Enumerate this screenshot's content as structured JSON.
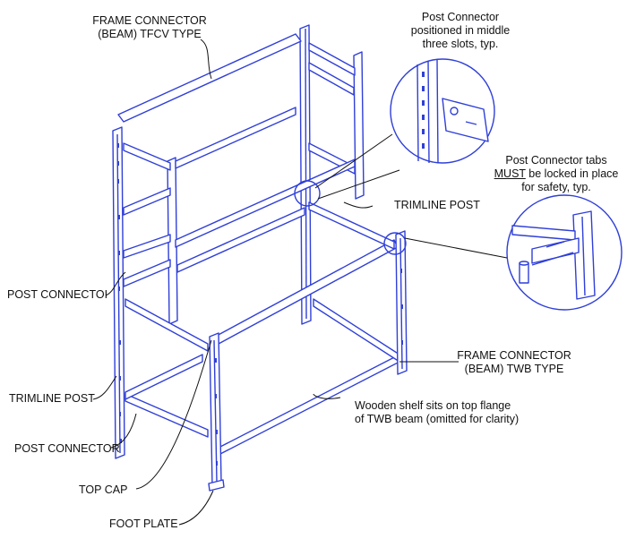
{
  "labels": {
    "frame_connector_tfcv_line1": "FRAME CONNECTOR",
    "frame_connector_tfcv_line2": "(BEAM) TFCV TYPE",
    "post_connector_detail_line1": "Post Connector",
    "post_connector_detail_line2": "positioned in middle",
    "post_connector_detail_line3": "three slots, typ.",
    "tabs_line1": "Post Connector tabs",
    "tabs_line2_emph": "MUST",
    "tabs_line2_rest": " be locked in place",
    "tabs_line3": "for safety, typ.",
    "trimline_post_right": "TRIMLINE POST",
    "post_connector_upper": "POST CONNECTOI",
    "frame_connector_twb_line1": "FRAME CONNECTOR",
    "frame_connector_twb_line2": "(BEAM) TWB TYPE",
    "trimline_post_left": "TRIMLINE POST",
    "wooden_shelf_line1": "Wooden shelf sits on top flange",
    "wooden_shelf_line2": "of TWB beam (omitted for clarity)",
    "post_connector_lower": "POST CONNECTOR",
    "top_cap": "TOP CAP",
    "foot_plate": "FOOT PLATE"
  },
  "colors": {
    "line": "#2f3fd8",
    "text": "#111111",
    "background": "#ffffff"
  }
}
